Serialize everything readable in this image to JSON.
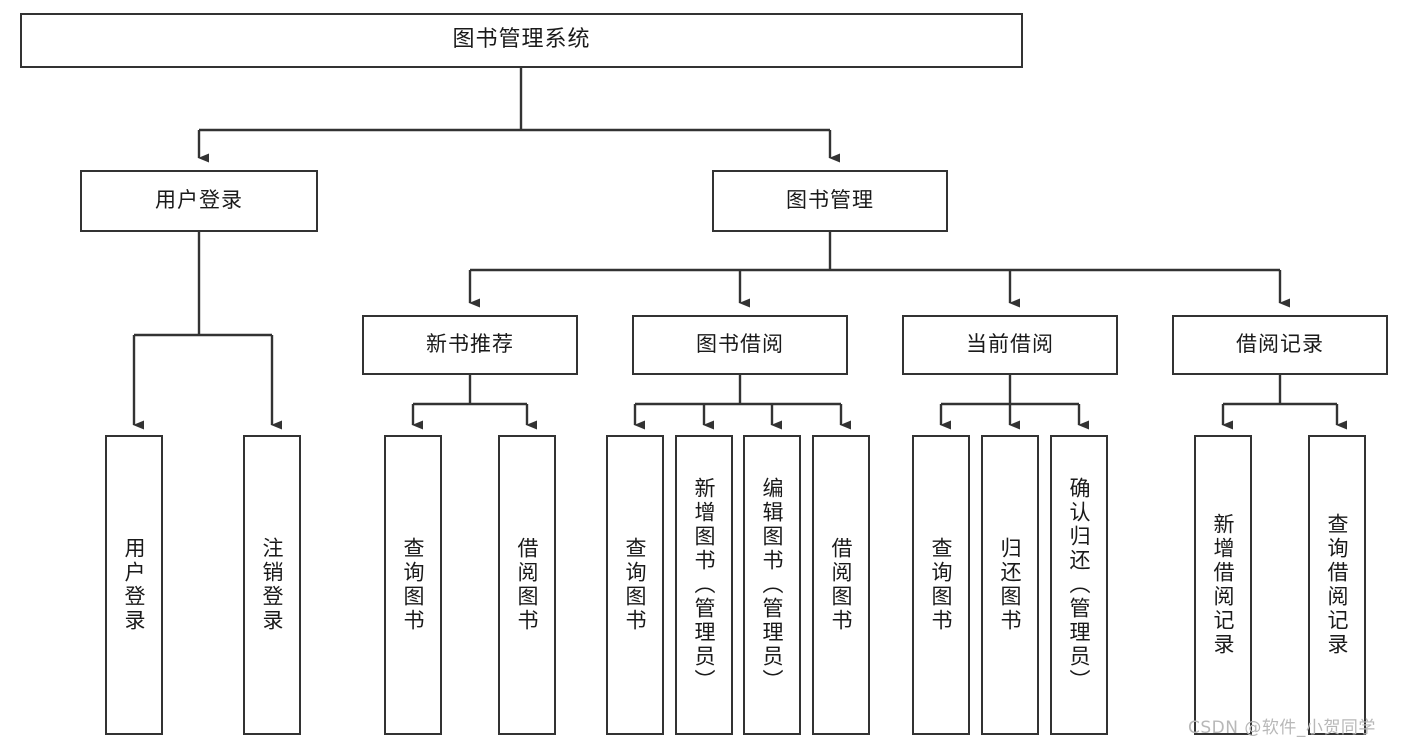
{
  "diagram": {
    "title": "图书管理系统",
    "type": "tree-hierarchy",
    "root": {
      "id": "root",
      "label": "图书管理系统"
    },
    "level1": [
      {
        "id": "user-login",
        "label": "用户登录"
      },
      {
        "id": "book-management",
        "label": "图书管理"
      }
    ],
    "level2": [
      {
        "id": "new-book-recommend",
        "label": "新书推荐",
        "parent": "book-management"
      },
      {
        "id": "book-borrow",
        "label": "图书借阅",
        "parent": "book-management"
      },
      {
        "id": "current-borrow",
        "label": "当前借阅",
        "parent": "book-management"
      },
      {
        "id": "borrow-record",
        "label": "借阅记录",
        "parent": "book-management"
      }
    ],
    "leaves": [
      {
        "id": "leaf-user-login",
        "label": "用户登录",
        "parent": "user-login"
      },
      {
        "id": "leaf-logout-login",
        "label": "注销登录",
        "parent": "user-login"
      },
      {
        "id": "leaf-query-book-1",
        "label": "查询图书",
        "parent": "new-book-recommend"
      },
      {
        "id": "leaf-borrow-book-1",
        "label": "借阅图书",
        "parent": "new-book-recommend"
      },
      {
        "id": "leaf-query-book-2",
        "label": "查询图书",
        "parent": "book-borrow"
      },
      {
        "id": "leaf-add-book",
        "label": "新增图书（管理员）",
        "parent": "book-borrow"
      },
      {
        "id": "leaf-edit-book",
        "label": "编辑图书（管理员）",
        "parent": "book-borrow"
      },
      {
        "id": "leaf-borrow-book-2",
        "label": "借阅图书",
        "parent": "book-borrow"
      },
      {
        "id": "leaf-query-book-3",
        "label": "查询图书",
        "parent": "current-borrow"
      },
      {
        "id": "leaf-return-book",
        "label": "归还图书",
        "parent": "current-borrow"
      },
      {
        "id": "leaf-confirm-return",
        "label": "确认归还（管理员）",
        "parent": "current-borrow"
      },
      {
        "id": "leaf-add-record",
        "label": "新增借阅记录",
        "parent": "borrow-record"
      },
      {
        "id": "leaf-query-record",
        "label": "查询借阅记录",
        "parent": "borrow-record"
      }
    ],
    "colors": {
      "stroke": "#333333",
      "box_fill": "#ffffff",
      "text": "#1a1a1a",
      "watermark": "#b8b8b8",
      "background": "#ffffff"
    }
  },
  "watermark": {
    "text": "CSDN @软件_小贺同学"
  }
}
